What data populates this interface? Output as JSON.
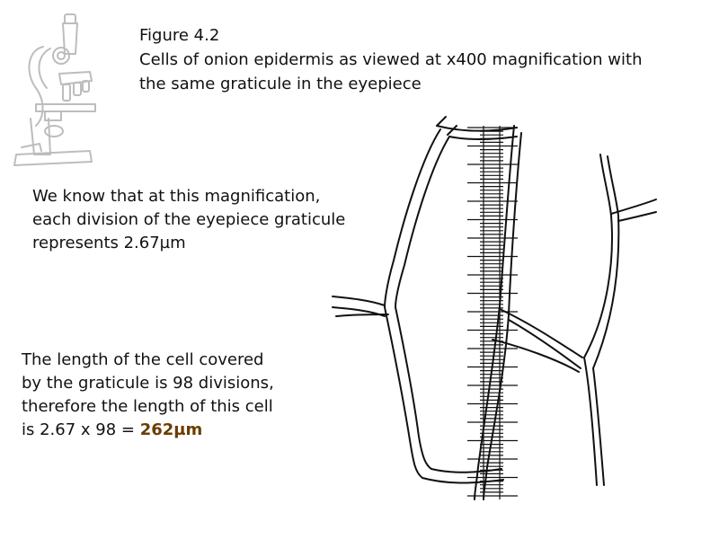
{
  "caption": {
    "line1": "Figure 4.2",
    "line2": "Cells of onion epidermis as viewed at x400 magnification with",
    "line3": "the same graticule in the eyepiece"
  },
  "calibration": {
    "line1": "We know that at this magnification,",
    "line2": "each division of the eyepiece graticule",
    "line3": "represents 2.67µm"
  },
  "calculation": {
    "line1": "The length of the cell covered",
    "line2": "by the graticule is 98 divisions,",
    "line3": "therefore the length of this cell",
    "line4_prefix": "is 2.67 x 98 = ",
    "answer": "262µm"
  },
  "colors": {
    "answer": "#6b3d00",
    "line": "#111111",
    "microscope": "#bfbfbf"
  },
  "icons": {
    "microscope": "microscope-icon"
  },
  "graticule": {
    "minor_divisions_shown": 100,
    "major_every": 5
  }
}
